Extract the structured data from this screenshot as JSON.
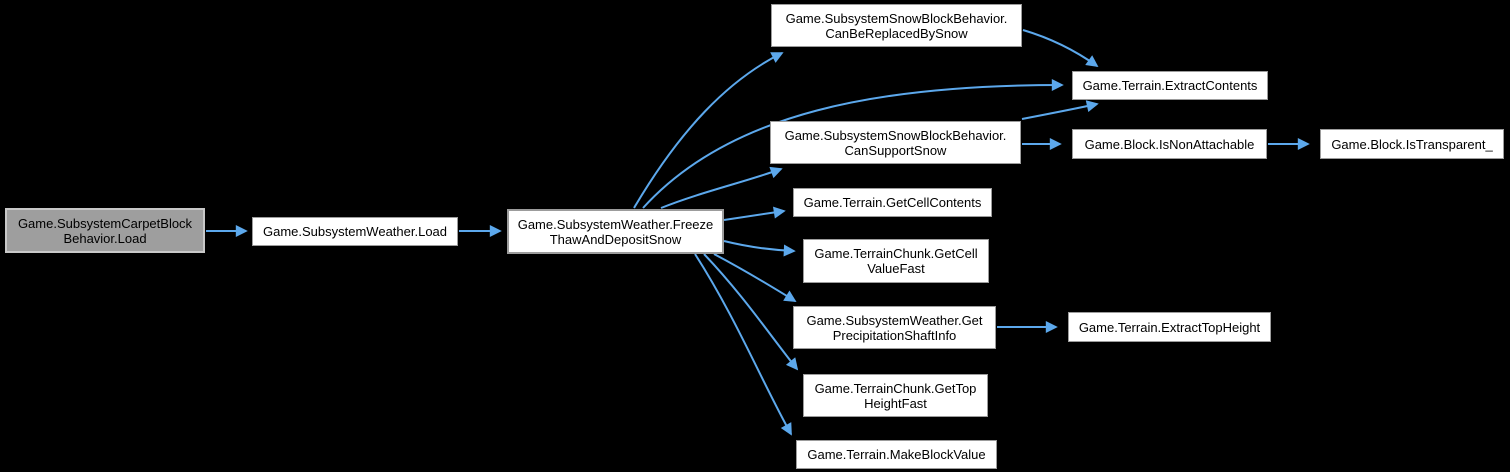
{
  "diagram": {
    "type": "call-graph",
    "background_color": "#000000",
    "edge_color": "#5CA8EC",
    "node_fill_color": "#FFFFFF",
    "node_border_color": "#9C9C9C",
    "highlight_node_fill_color": "#9E9E9E",
    "highlight_node_border_color": "#C8C8C8",
    "text_color": "#000000"
  },
  "nodes": {
    "carpet_load": {
      "full": "Game.SubsystemCarpetBlockBehavior.Load",
      "lines": [
        "Game.SubsystemCarpetBlock",
        "Behavior.Load"
      ],
      "highlighted": true
    },
    "weather_load": {
      "full": "Game.SubsystemWeather.Load",
      "lines": [
        "Game.SubsystemWeather.Load"
      ]
    },
    "freeze_thaw": {
      "full": "Game.SubsystemWeather.FreezeThawAndDepositSnow",
      "lines": [
        "Game.SubsystemWeather.Freeze",
        "ThawAndDepositSnow"
      ]
    },
    "can_be_replaced_by_snow": {
      "full": "Game.SubsystemSnowBlockBehavior.CanBeReplacedBySnow",
      "lines": [
        "Game.SubsystemSnowBlockBehavior.",
        "CanBeReplacedBySnow"
      ]
    },
    "extract_contents": {
      "full": "Game.Terrain.ExtractContents",
      "lines": [
        "Game.Terrain.ExtractContents"
      ]
    },
    "can_support_snow": {
      "full": "Game.SubsystemSnowBlockBehavior.CanSupportSnow",
      "lines": [
        "Game.SubsystemSnowBlockBehavior.",
        "CanSupportSnow"
      ]
    },
    "is_non_attachable": {
      "full": "Game.Block.IsNonAttachable",
      "lines": [
        "Game.Block.IsNonAttachable"
      ]
    },
    "is_transparent": {
      "full": "Game.Block.IsTransparent_",
      "lines": [
        "Game.Block.IsTransparent_"
      ]
    },
    "get_cell_contents": {
      "full": "Game.Terrain.GetCellContents",
      "lines": [
        "Game.Terrain.GetCellContents"
      ]
    },
    "get_cell_value_fast": {
      "full": "Game.TerrainChunk.GetCellValueFast",
      "lines": [
        "Game.TerrainChunk.GetCell",
        "ValueFast"
      ]
    },
    "get_precipitation_shaft_info": {
      "full": "Game.SubsystemWeather.GetPrecipitationShaftInfo",
      "lines": [
        "Game.SubsystemWeather.Get",
        "PrecipitationShaftInfo"
      ]
    },
    "extract_top_height": {
      "full": "Game.Terrain.ExtractTopHeight",
      "lines": [
        "Game.Terrain.ExtractTopHeight"
      ]
    },
    "get_top_height_fast": {
      "full": "Game.TerrainChunk.GetTopHeightFast",
      "lines": [
        "Game.TerrainChunk.GetTop",
        "HeightFast"
      ]
    },
    "make_block_value": {
      "full": "Game.Terrain.MakeBlockValue",
      "lines": [
        "Game.Terrain.MakeBlockValue"
      ]
    }
  },
  "edges": [
    {
      "from": "Game.SubsystemCarpetBlockBehavior.Load",
      "to": "Game.SubsystemWeather.Load"
    },
    {
      "from": "Game.SubsystemWeather.Load",
      "to": "Game.SubsystemWeather.FreezeThawAndDepositSnow"
    },
    {
      "from": "Game.SubsystemWeather.FreezeThawAndDepositSnow",
      "to": "Game.SubsystemSnowBlockBehavior.CanBeReplacedBySnow"
    },
    {
      "from": "Game.SubsystemWeather.FreezeThawAndDepositSnow",
      "to": "Game.Terrain.ExtractContents"
    },
    {
      "from": "Game.SubsystemWeather.FreezeThawAndDepositSnow",
      "to": "Game.SubsystemSnowBlockBehavior.CanSupportSnow"
    },
    {
      "from": "Game.SubsystemWeather.FreezeThawAndDepositSnow",
      "to": "Game.Terrain.GetCellContents"
    },
    {
      "from": "Game.SubsystemWeather.FreezeThawAndDepositSnow",
      "to": "Game.TerrainChunk.GetCellValueFast"
    },
    {
      "from": "Game.SubsystemWeather.FreezeThawAndDepositSnow",
      "to": "Game.SubsystemWeather.GetPrecipitationShaftInfo"
    },
    {
      "from": "Game.SubsystemWeather.FreezeThawAndDepositSnow",
      "to": "Game.TerrainChunk.GetTopHeightFast"
    },
    {
      "from": "Game.SubsystemWeather.FreezeThawAndDepositSnow",
      "to": "Game.Terrain.MakeBlockValue"
    },
    {
      "from": "Game.SubsystemSnowBlockBehavior.CanBeReplacedBySnow",
      "to": "Game.Terrain.ExtractContents"
    },
    {
      "from": "Game.SubsystemSnowBlockBehavior.CanSupportSnow",
      "to": "Game.Terrain.ExtractContents"
    },
    {
      "from": "Game.SubsystemSnowBlockBehavior.CanSupportSnow",
      "to": "Game.Block.IsNonAttachable"
    },
    {
      "from": "Game.Block.IsNonAttachable",
      "to": "Game.Block.IsTransparent_"
    },
    {
      "from": "Game.SubsystemWeather.GetPrecipitationShaftInfo",
      "to": "Game.Terrain.ExtractTopHeight"
    }
  ]
}
